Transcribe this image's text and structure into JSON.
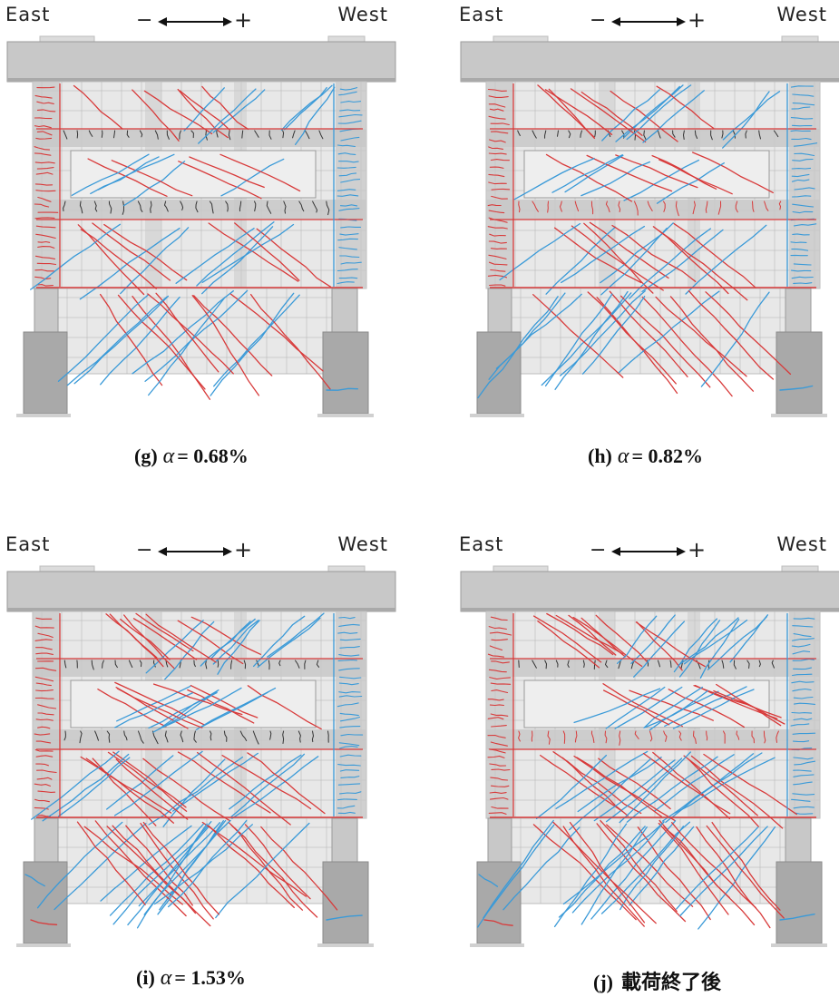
{
  "panels": [
    {
      "id": "g",
      "east_label": "East",
      "west_label": "West",
      "minus_sign": "−",
      "plus_sign": "+",
      "caption_tag": "(g)",
      "caption_symbol": "α",
      "caption_value": "= 0.68%"
    },
    {
      "id": "h",
      "east_label": "East",
      "west_label": "West",
      "minus_sign": "−",
      "plus_sign": "+",
      "caption_tag": "(h)",
      "caption_symbol": "α",
      "caption_value": "= 0.82%"
    },
    {
      "id": "i",
      "east_label": "East",
      "west_label": "West",
      "minus_sign": "−",
      "plus_sign": "+",
      "caption_tag": "(i)",
      "caption_symbol": "α",
      "caption_value": "= 1.53%"
    },
    {
      "id": "j",
      "east_label": "East",
      "west_label": "West",
      "minus_sign": "−",
      "plus_sign": "+",
      "caption_tag": "(j)",
      "caption_symbol": "",
      "caption_value": "載荷終了後"
    }
  ],
  "colors": {
    "negative_cracks": "#d83a3a",
    "positive_cracks": "#3a9ad8",
    "beam_cracks": "#333333",
    "concrete": "#c8c8c8",
    "concrete_dark": "#a9a9a9",
    "panel_fill": "#e8e8e8",
    "grid": "#b0b0b0"
  }
}
